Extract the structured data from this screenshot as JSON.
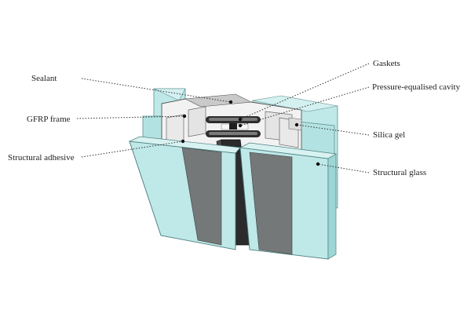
{
  "labels": {
    "sealant": "Sealant",
    "gfrp_frame": "GFRP frame",
    "structural_adhesive": "Structural adhesive",
    "gaskets": "Gaskets",
    "pressure_cavity": "Pressure-equalised cavity",
    "silica_gel": "Silica gel",
    "structural_glass": "Structural glass"
  },
  "colors": {
    "glass_face": "#bfe8e8",
    "glass_side": "#9cd6d6",
    "glass_edge": "#7fc4c4",
    "frame": "#f2f2f2",
    "frame_shadow": "#d6d6d6",
    "adhesive": "#6f6f6f",
    "core_dark": "#2b2b2b",
    "outline": "#555555"
  }
}
